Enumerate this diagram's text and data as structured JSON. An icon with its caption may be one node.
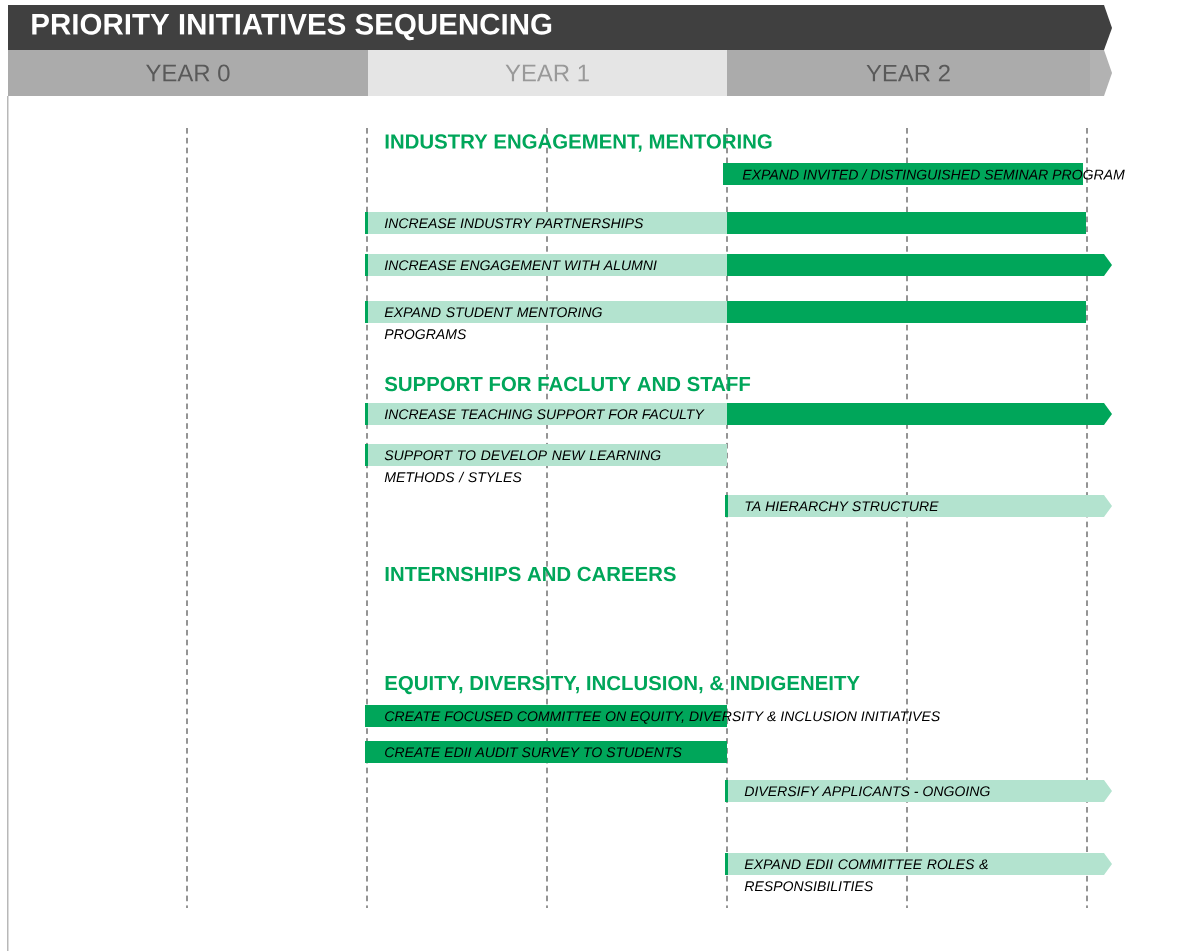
{
  "diagram": {
    "title": "PRIORITY INITIATIVES SEQUENCING",
    "nodes": [
      {
        "text": [
          "YEAR 0"
        ]
      },
      {
        "text": [
          "YEAR 1"
        ]
      },
      {
        "text": [
          "YEAR 2"
        ]
      },
      {
        "text": [
          "EXPAND INVITED / DISTINGUISHED SEMINAR PROGRAM"
        ]
      },
      {
        "text": [
          "INCREASE INDUSTRY PARTNERSHIPS"
        ]
      },
      {
        "text": [
          "INCREASE ENGAGEMENT WITH ALUMNI"
        ]
      },
      {
        "text": [
          "EXPAND STUDENT MENTORING PROGRAMS"
        ]
      },
      {
        "text": [
          "INCREASE TEACHING SUPPORT FOR FACULTY"
        ]
      },
      {
        "text": [
          "SUPPORT TO DEVELOP NEW LEARNING METHODS / STYLES"
        ]
      },
      {
        "text": [
          "TA HIERARCHY STRUCTURE"
        ]
      },
      {
        "text": [
          "CREATE FOCUSED COMMITTEE ON EQUITY, DIVERSITY & INCLUSION INITIATIVES"
        ]
      },
      {
        "text": [
          "CREATE EDII AUDIT SURVEY TO STUDENTS"
        ]
      },
      {
        "text": [
          "DIVERSIFY APPLICANTS - ONGOING"
        ]
      },
      {
        "text": [
          "EXPAND EDII COMMITTEE ROLES & RESPONSIBILITIES"
        ]
      }
    ],
    "labels": [
      "INDUSTRY ENGAGEMENT, MENTORING",
      "SUPPORT FOR FACLUTY AND STAFF",
      "INTERNSHIPS AND CAREERS",
      "EQUITY, DIVERSITY, INCLUSION, & INDIGENEITY"
    ]
  }
}
